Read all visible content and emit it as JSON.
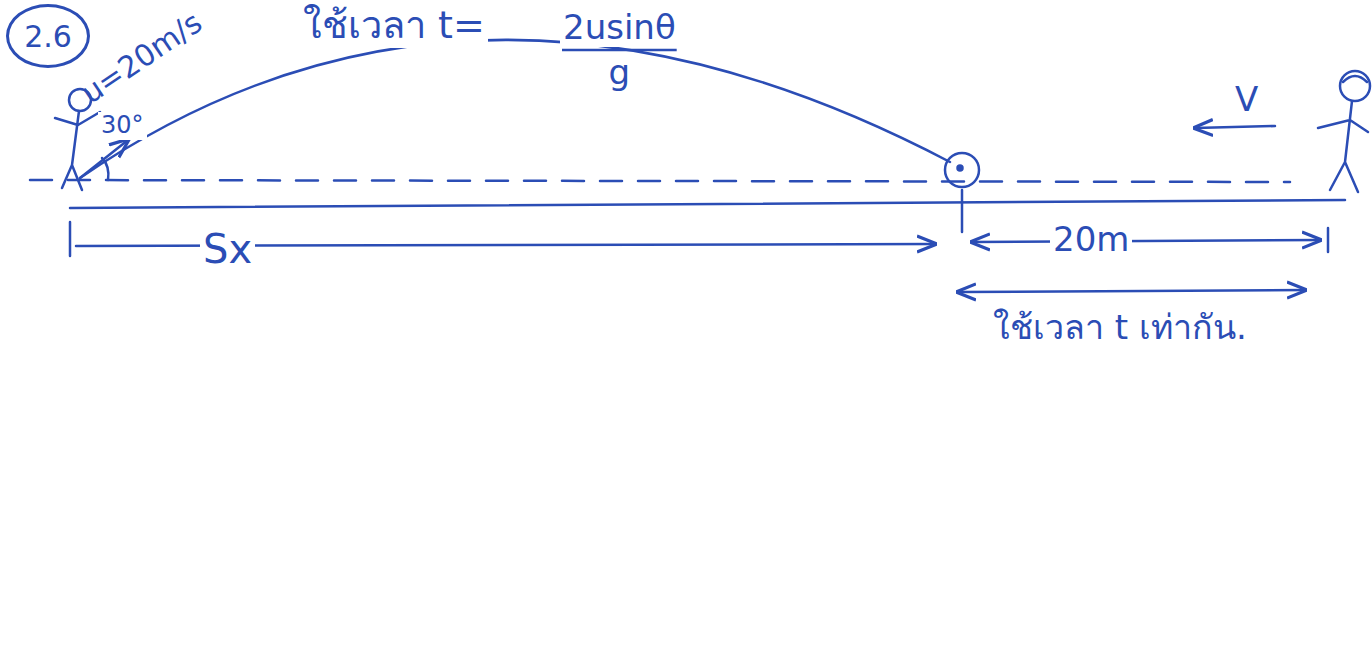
{
  "diagram": {
    "nodes": [
      {
        "text": [
          "2.6"
        ]
      }
    ],
    "labels": [
      "u=20m/s",
      "ใช้เวลา t=",
      "2usinθ",
      "g",
      "30°",
      "V",
      "Sx",
      "20m",
      "ใช้เวลา t เท่ากัน."
    ]
  }
}
